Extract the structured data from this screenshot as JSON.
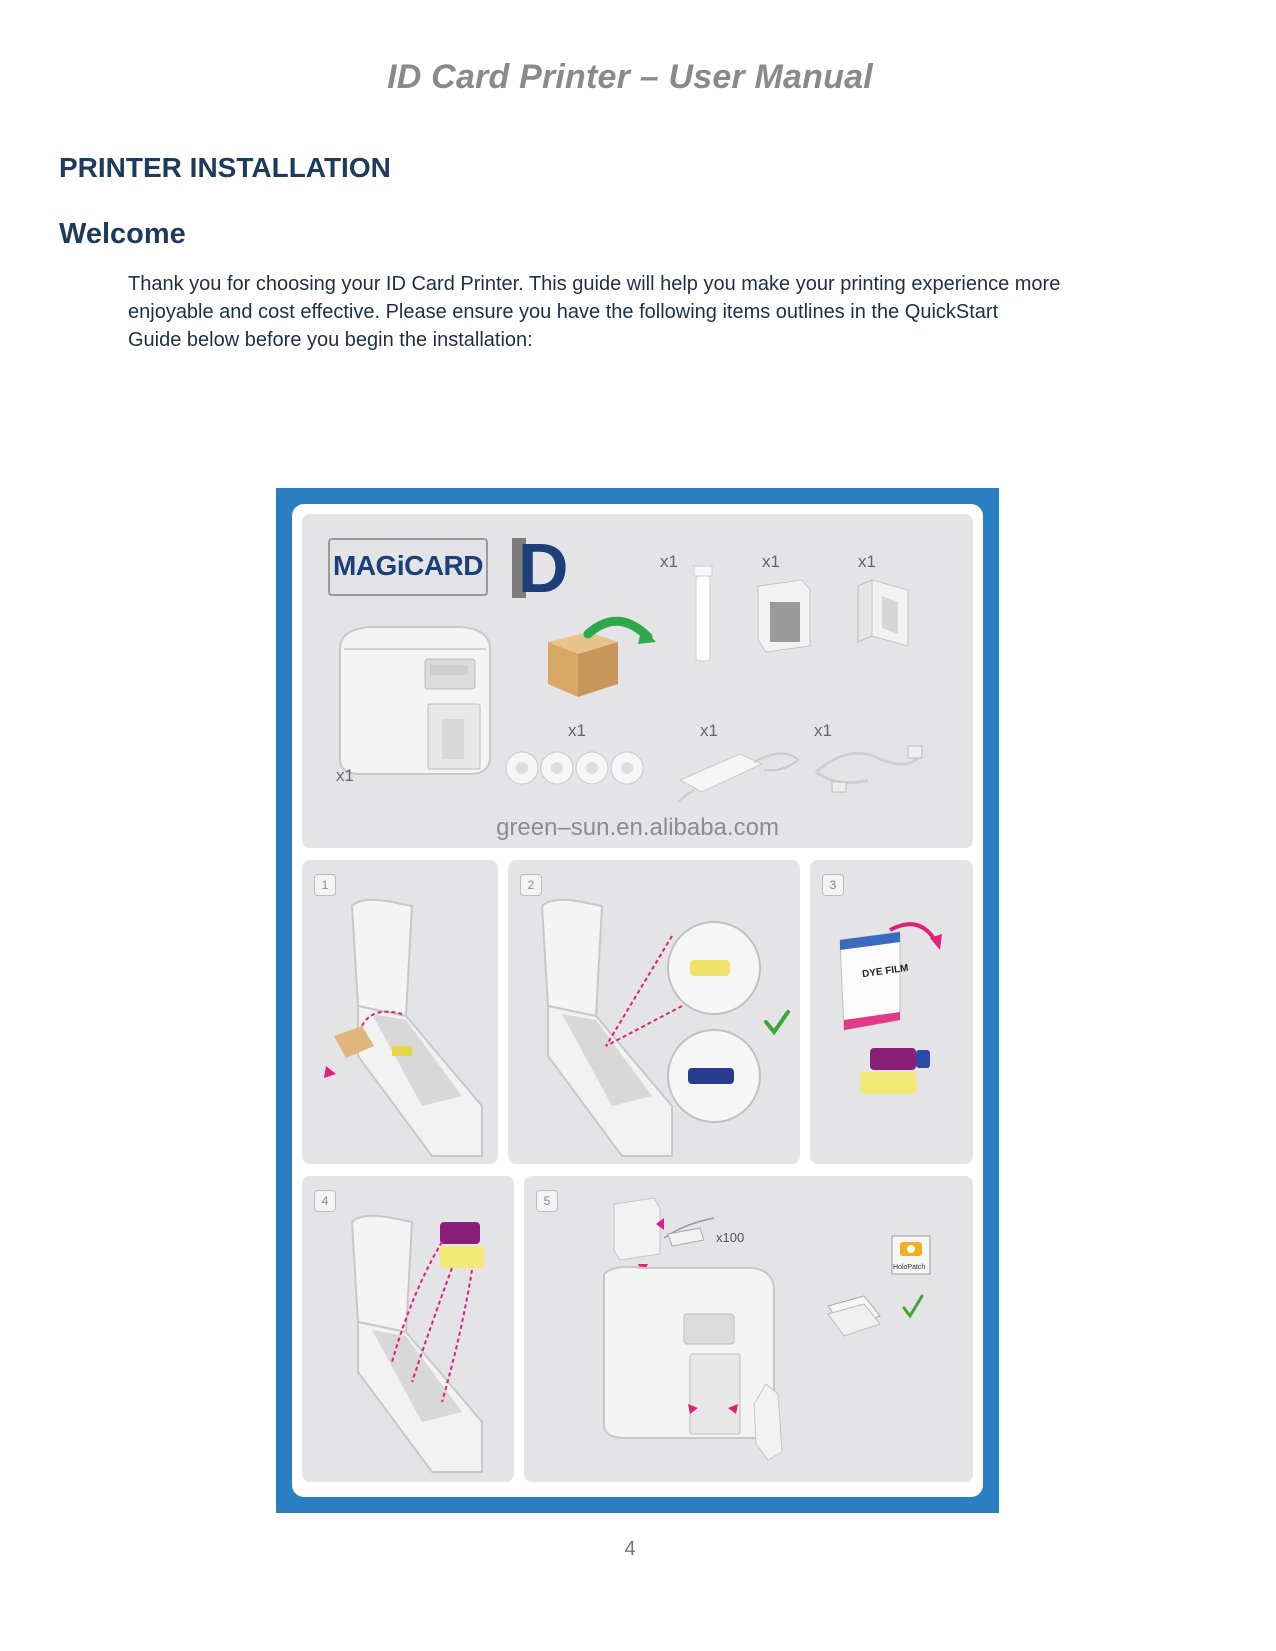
{
  "header": {
    "title": "ID Card Printer – User Manual"
  },
  "section": {
    "title": "PRINTER INSTALLATION"
  },
  "welcome": {
    "title": "Welcome",
    "lines": [
      "Thank you for choosing your ID Card Printer. This guide will help you make your printing experience more",
      "enjoyable and cost effective.  Please ensure you have the following items outlines in the QuickStart",
      "Guide below before you begin the installation:"
    ]
  },
  "quickstart": {
    "brand": "MAGiCARD",
    "logo_letter": "D",
    "contents_qty": [
      "x1",
      "x1",
      "x1",
      "x1",
      "x1",
      "x1",
      "x1"
    ],
    "watermark": "green–sun.en.alibaba.com",
    "steps": [
      "1",
      "2",
      "3",
      "4",
      "5"
    ],
    "dye_film_label": "DYE FILM",
    "card_qty": "x100",
    "holo_label": "HoloPatch"
  },
  "colors": {
    "frame_blue": "#2a7fc2",
    "panel_gray": "#e4e4e6",
    "accent_magenta": "#e0207a",
    "check_green": "#3aa83a",
    "heading_navy": "#1f3b5c"
  },
  "footer": {
    "page_number": "4"
  }
}
